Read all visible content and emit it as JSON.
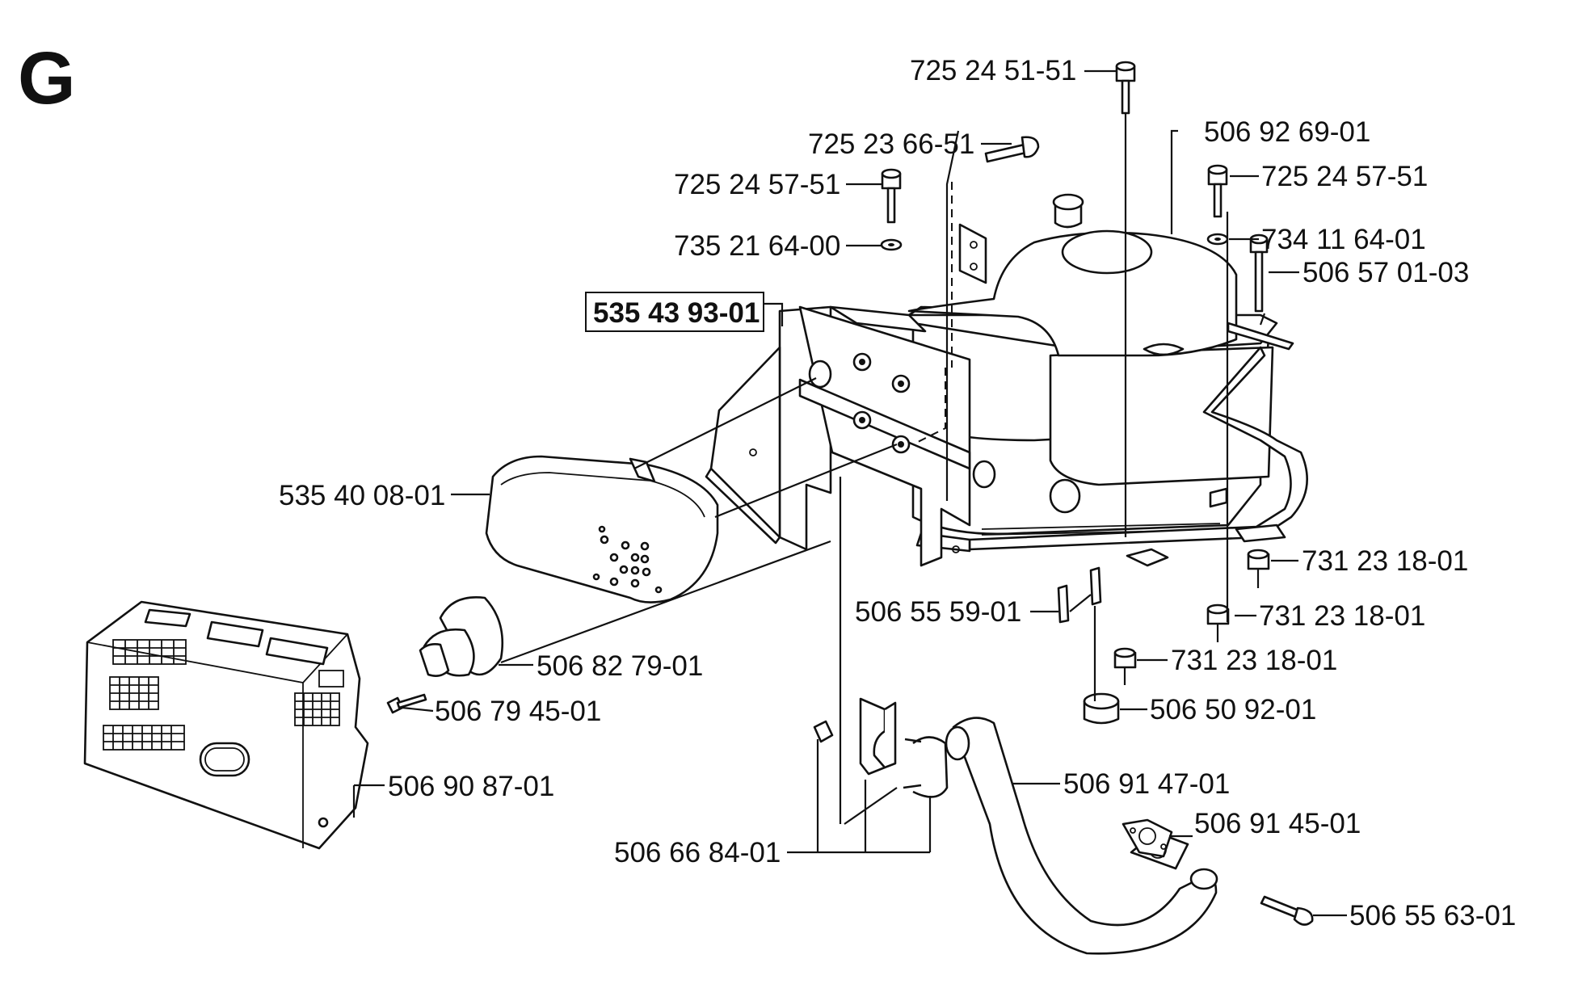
{
  "section_letter": "G",
  "assembly_number": "535 43 93-01",
  "parts": [
    "725 24 51-51",
    "725 23 66-51",
    "506 92 69-01",
    "725 24 57-51",
    "725 24 57-51",
    "735 21 64-00",
    "734 11 64-01",
    "506 57 01-03",
    "535 40 08-01",
    "731 23 18-01",
    "506 55 59-01",
    "731 23 18-01",
    "731 23 18-01",
    "506 82 79-01",
    "506 79 45-01",
    "506 50 92-01",
    "506 90 87-01",
    "506 91 47-01",
    "506 91 45-01",
    "506 66 84-01",
    "506 55 63-01"
  ]
}
